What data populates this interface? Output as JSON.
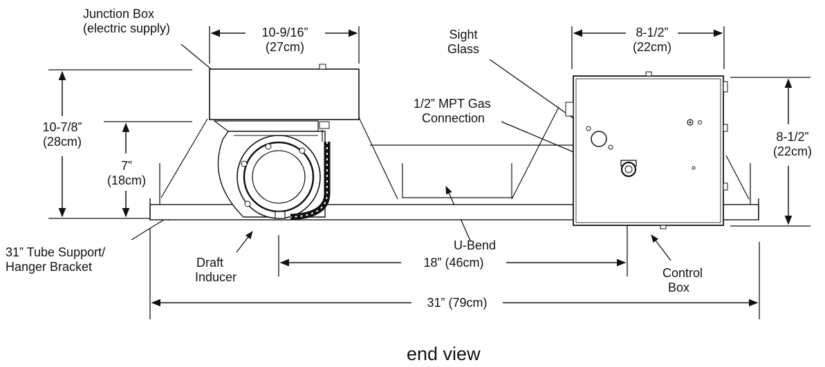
{
  "title": "end view",
  "labels": {
    "junction_box": [
      "Junction Box",
      "(electric supply)"
    ],
    "sight_glass": [
      "Sight",
      "Glass"
    ],
    "gas_connection": [
      "1/2” MPT Gas",
      "Connection"
    ],
    "tube_support": [
      "31” Tube Support/",
      "Hanger Bracket"
    ],
    "draft_inducer": [
      "Draft",
      "Inducer"
    ],
    "u_bend": "U-Bend",
    "control_box": [
      "Control",
      "Box"
    ]
  },
  "dimensions": {
    "junction_width": [
      "10-9/16”",
      "(27cm)"
    ],
    "control_width": [
      "8-1/2”",
      "(22cm)"
    ],
    "overall_height": [
      "10-7/8”",
      "(28cm)"
    ],
    "inducer_height": [
      "7”",
      "(18cm)"
    ],
    "control_height": [
      "8-1/2”",
      "(22cm)"
    ],
    "ubend_span": "18” (46cm)",
    "overall_width": "31” (79cm)"
  }
}
